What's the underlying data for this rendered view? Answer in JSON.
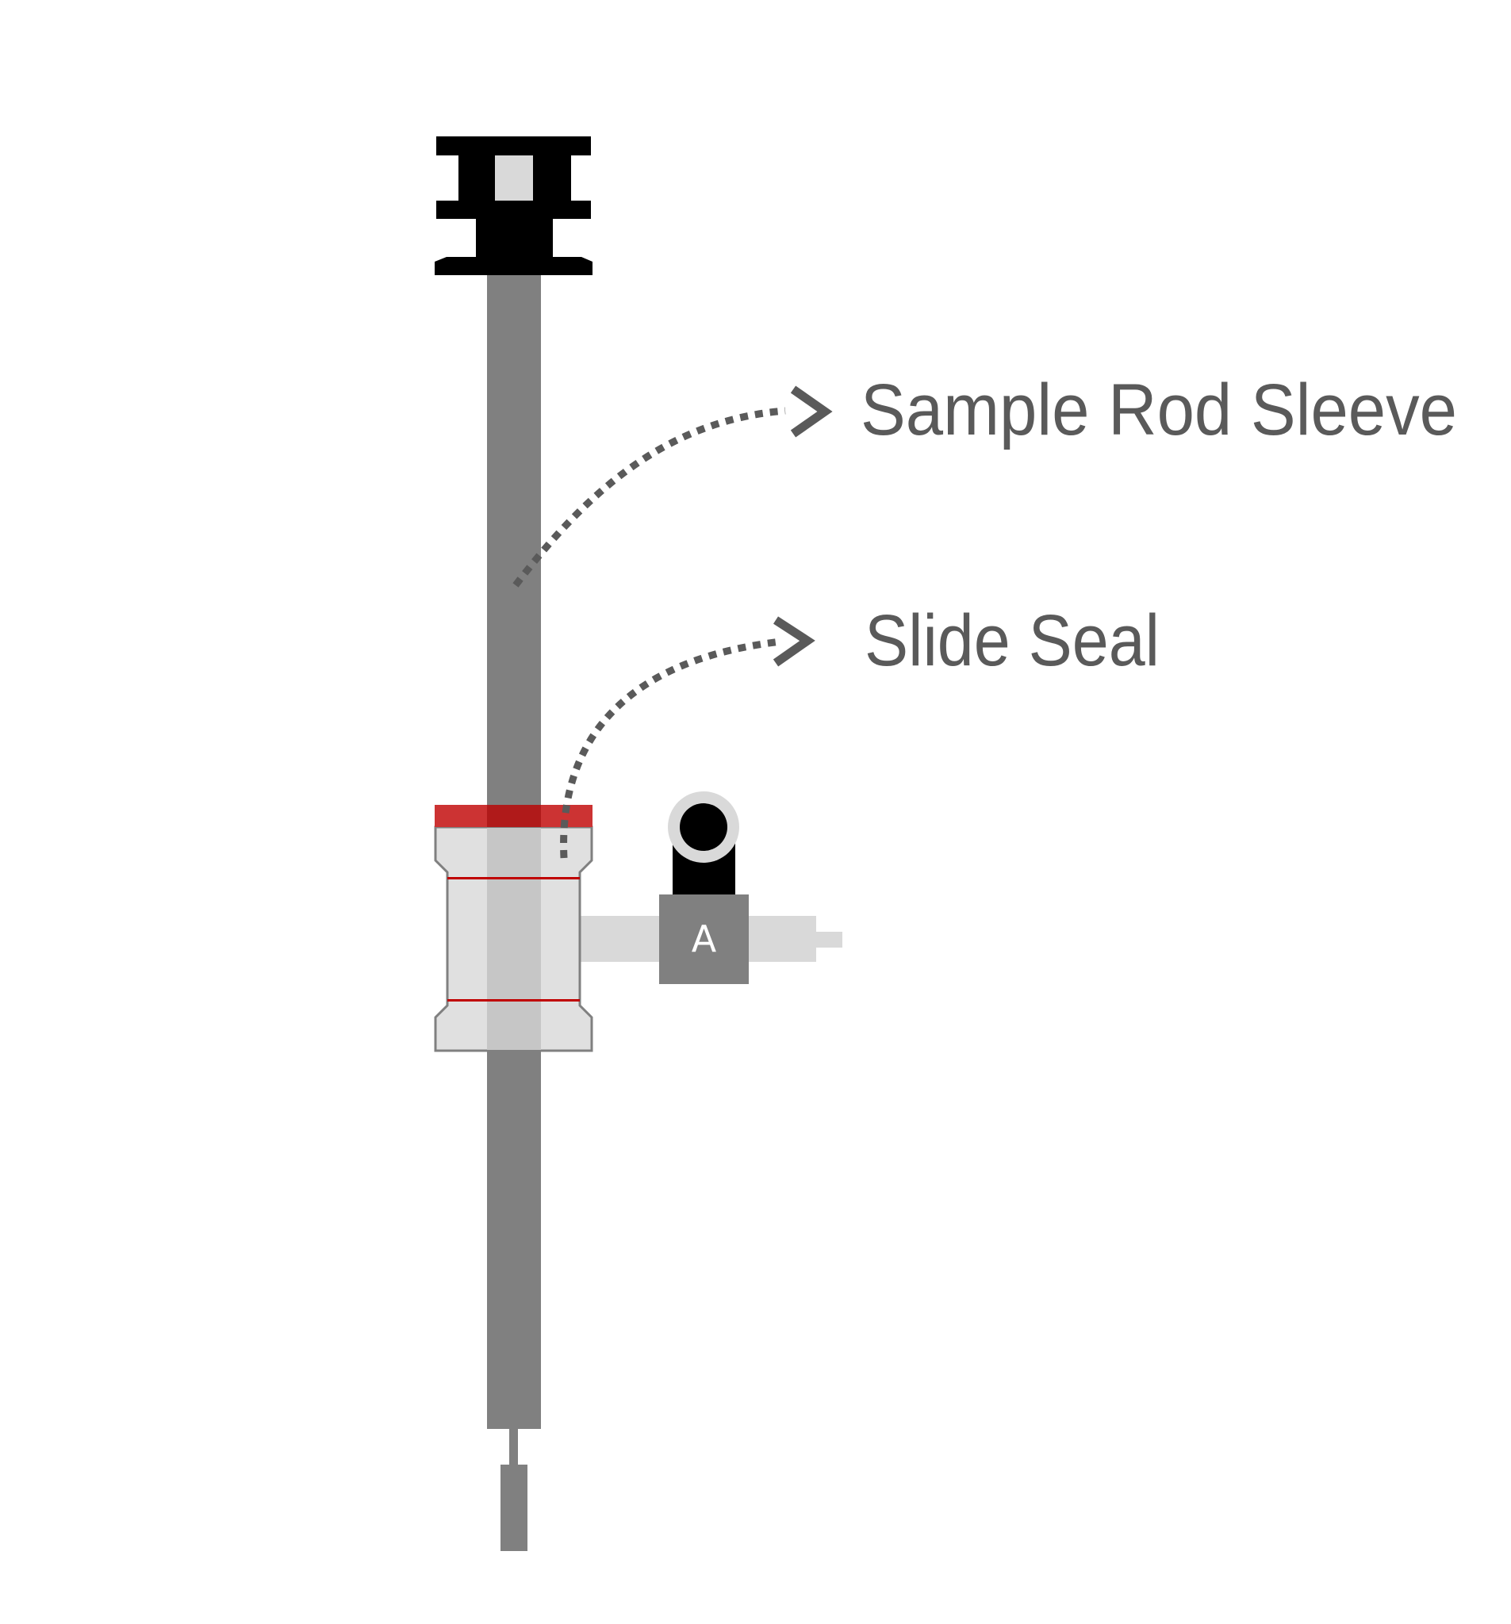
{
  "labels": {
    "sample_rod_sleeve": "Sample Rod Sleeve",
    "slide_seal": "Slide Seal"
  },
  "valve": {
    "letter": "A"
  },
  "colors": {
    "rod": "#808080",
    "cap": "#000000",
    "seal_red": "#cc3333",
    "seal_red_dark": "#b01a1a",
    "body_light": "#e0e0e0",
    "body_mid": "#c6c6c6",
    "red_line": "#c00000",
    "pipe": "#d9d9d9",
    "arrow": "#5a5a5a"
  }
}
